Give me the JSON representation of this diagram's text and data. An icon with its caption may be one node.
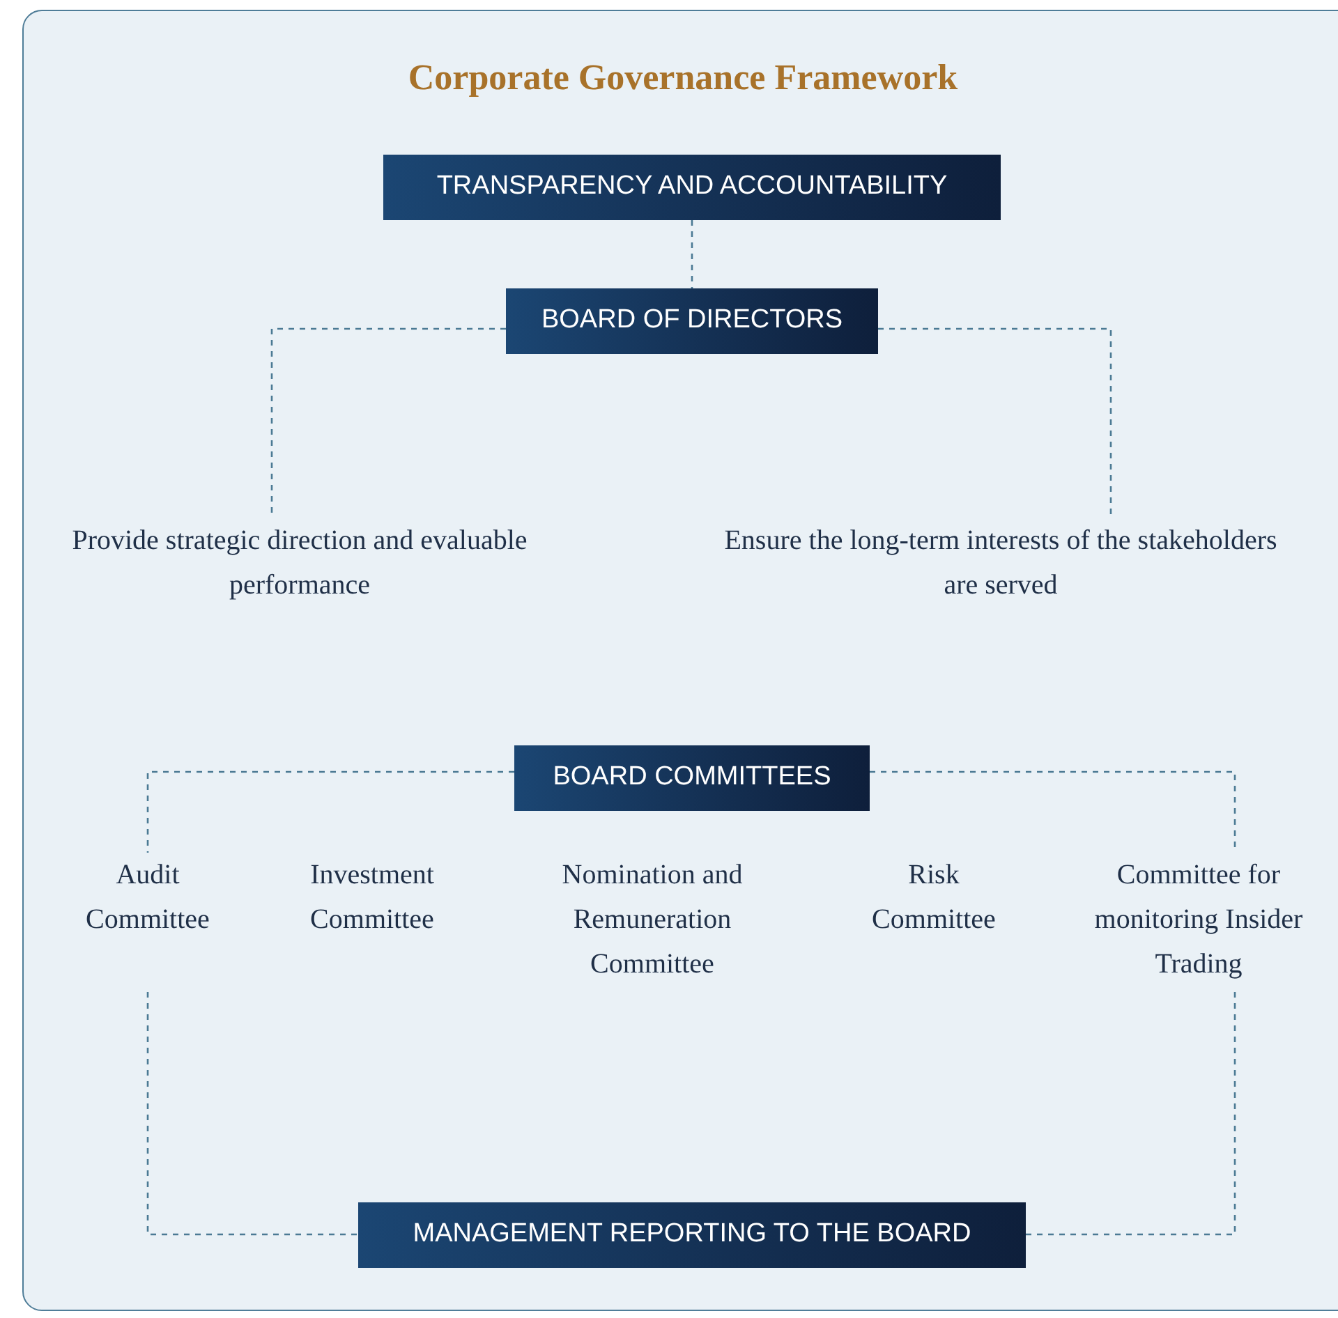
{
  "diagram": {
    "title": "Corporate Governance Framework",
    "nodes": [
      {
        "text": [
          "TRANSPARENCY AND ACCOUNTABILITY"
        ]
      },
      {
        "text": [
          "BOARD OF DIRECTORS"
        ]
      },
      {
        "text": [
          "Provide strategic direction and evaluable performance"
        ]
      },
      {
        "text": [
          "Ensure the long-term interests of the stakeholders are served"
        ]
      },
      {
        "text": [
          "BOARD COMMITTEES"
        ]
      },
      {
        "text": [
          "Audit Committee"
        ]
      },
      {
        "text": [
          "Investment Committee"
        ]
      },
      {
        "text": [
          "Nomination and Remuneration Committee"
        ]
      },
      {
        "text": [
          "Risk Committee"
        ]
      },
      {
        "text": [
          "Committee for monitoring Insider Trading"
        ]
      },
      {
        "text": [
          "MANAGEMENT REPORTING TO THE BOARD"
        ]
      }
    ],
    "edges": [
      {
        "from": 0,
        "to": 1,
        "arrow": "none",
        "style": "dashed"
      },
      {
        "from": 1,
        "to": 2,
        "arrow": "none",
        "style": "dashed"
      },
      {
        "from": 1,
        "to": 3,
        "arrow": "none",
        "style": "dashed"
      },
      {
        "from": 4,
        "to": 5,
        "arrow": "none",
        "style": "dashed"
      },
      {
        "from": 4,
        "to": 9,
        "arrow": "none",
        "style": "dashed"
      },
      {
        "from": 5,
        "to": 10,
        "arrow": "none",
        "style": "dashed"
      },
      {
        "from": 9,
        "to": 10,
        "arrow": "none",
        "style": "dashed"
      }
    ]
  }
}
